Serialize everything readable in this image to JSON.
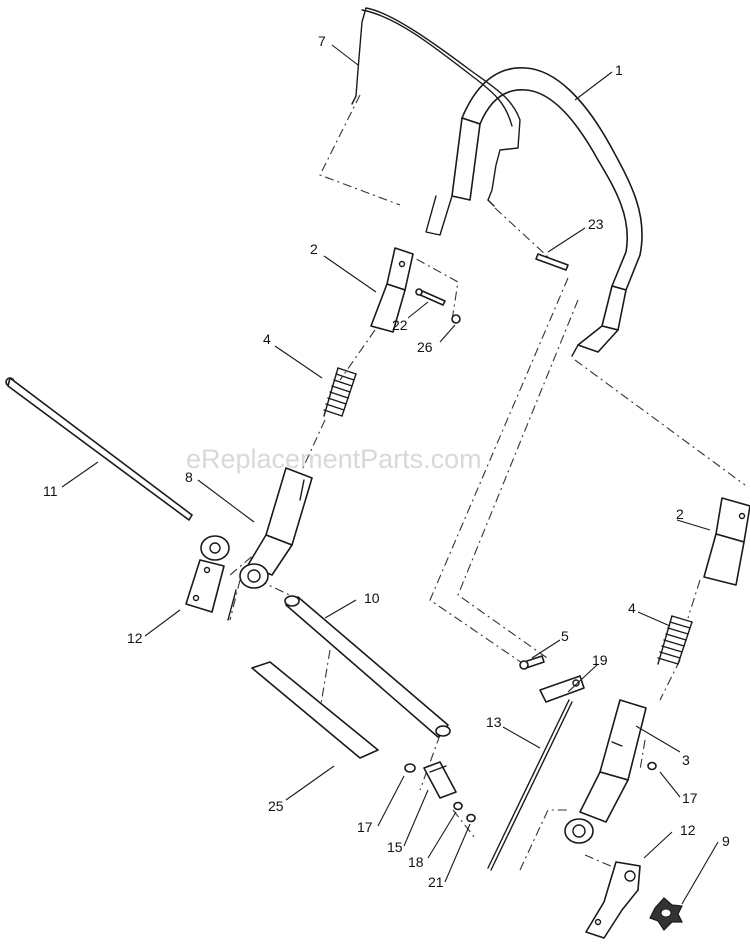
{
  "watermark": "eReplacementParts.com",
  "callouts": [
    {
      "id": "c1",
      "text": "1"
    },
    {
      "id": "c7",
      "text": "7"
    },
    {
      "id": "c23",
      "text": "23"
    },
    {
      "id": "c2a",
      "text": "2"
    },
    {
      "id": "c22",
      "text": "22"
    },
    {
      "id": "c26",
      "text": "26"
    },
    {
      "id": "c4a",
      "text": "4"
    },
    {
      "id": "c11",
      "text": "11"
    },
    {
      "id": "c8",
      "text": "8"
    },
    {
      "id": "c12a",
      "text": "12"
    },
    {
      "id": "c10",
      "text": "10"
    },
    {
      "id": "c2b",
      "text": "2"
    },
    {
      "id": "c4b",
      "text": "4"
    },
    {
      "id": "c5",
      "text": "5"
    },
    {
      "id": "c19",
      "text": "19"
    },
    {
      "id": "c13",
      "text": "13"
    },
    {
      "id": "c3",
      "text": "3"
    },
    {
      "id": "c17a",
      "text": "17"
    },
    {
      "id": "c25",
      "text": "25"
    },
    {
      "id": "c17b",
      "text": "17"
    },
    {
      "id": "c15",
      "text": "15"
    },
    {
      "id": "c18",
      "text": "18"
    },
    {
      "id": "c21",
      "text": "21"
    },
    {
      "id": "c12b",
      "text": "12"
    },
    {
      "id": "c9",
      "text": "9"
    }
  ]
}
